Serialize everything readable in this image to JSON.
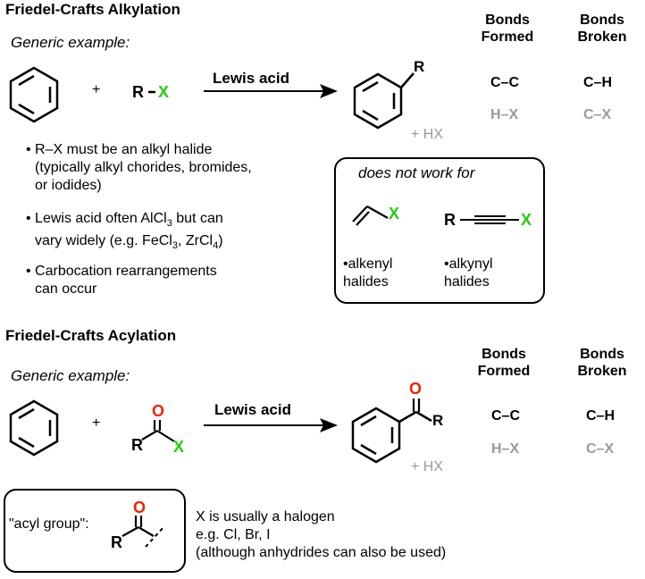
{
  "alkylation": {
    "title": "Friedel-Crafts Alkylation",
    "generic": "Generic example:",
    "plus": "+",
    "reagent_r": "R",
    "reagent_x": "X",
    "arrow_label": "Lewis acid",
    "product_r": "R",
    "byproduct": "+ HX",
    "formed_header": [
      "Bonds",
      "Formed"
    ],
    "broken_header": [
      "Bonds",
      "Broken"
    ],
    "formed": [
      "C–C",
      "H–X"
    ],
    "broken": [
      "C–H",
      "C–X"
    ],
    "bullets": [
      {
        "lines": [
          "R–X must be an alkyl halide",
          "(typically alkyl chorides, bromides,",
          "or iodides)"
        ]
      },
      {
        "line1": "Lewis acid often AlCl",
        "sub1": "3",
        "line1b": " but can",
        "line2a": "vary widely (e.g. FeCl",
        "sub2": "3",
        "line2b": ", ZrCl",
        "sub3": "4",
        "line2c": ")"
      },
      {
        "lines": [
          "Carbocation rearrangements",
          "can occur"
        ]
      }
    ],
    "notwork": {
      "title": "does not work for",
      "alkenyl_x": "X",
      "alkynyl_r": "R",
      "alkynyl_x": "X",
      "alkenyl_label": [
        "•alkenyl",
        "halides"
      ],
      "alkynyl_label": [
        "•alkynyl",
        "halides"
      ]
    }
  },
  "acylation": {
    "title": "Friedel-Crafts Acylation",
    "generic": "Generic example:",
    "plus": "+",
    "reagent_o": "O",
    "reagent_r": "R",
    "reagent_x": "X",
    "arrow_label": "Lewis acid",
    "product_o": "O",
    "product_r": "R",
    "byproduct": "+ HX",
    "formed_header": [
      "Bonds",
      "Formed"
    ],
    "broken_header": [
      "Bonds",
      "Broken"
    ],
    "formed": [
      "C–C",
      "H–X"
    ],
    "broken": [
      "C–H",
      "C–X"
    ],
    "acyl_label": "\"acyl group\":",
    "acyl_o": "O",
    "acyl_r": "R",
    "note": [
      "X is usually a halogen",
      "e.g. Cl, Br, I",
      "(although anhydrides can also be used)"
    ]
  },
  "colors": {
    "halogen": "#22cc11",
    "oxygen": "#ee2200",
    "gray": "#9a9a9a"
  }
}
